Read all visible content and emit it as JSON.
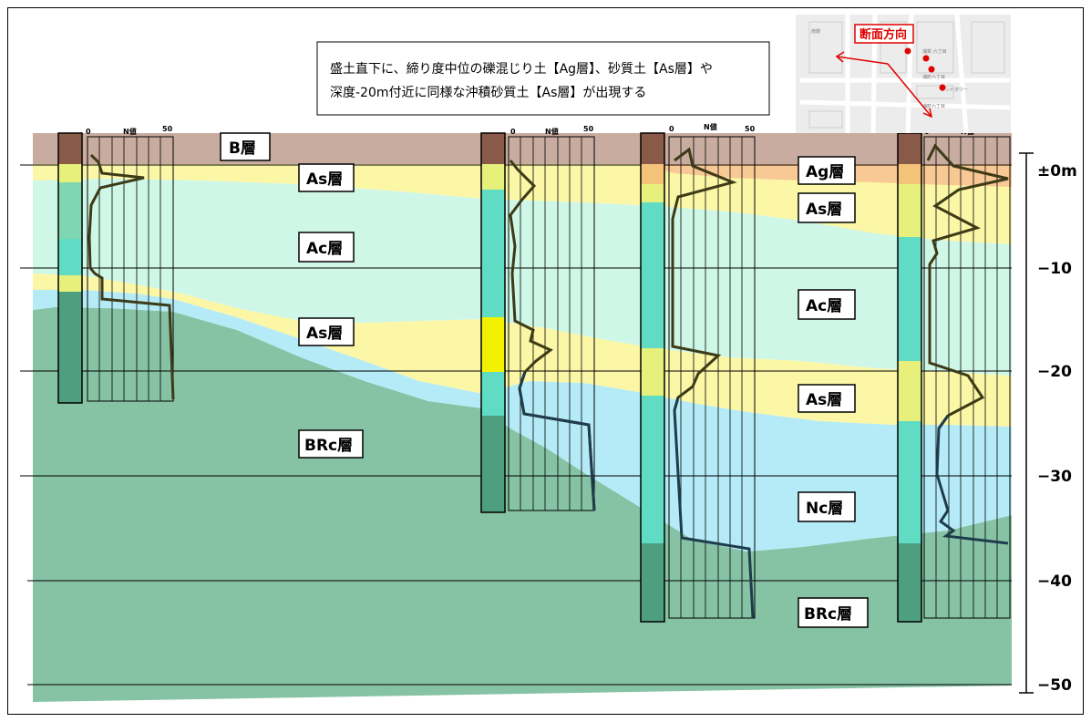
{
  "note": {
    "line1": "盛土直下に、締り度中位の礫混じり土【Ag層】、砂質土【As層】や",
    "line2": "深度-20m付近に同様な沖積砂質土【As層】が出現する"
  },
  "direction_label": "断面方向",
  "depth_axis": {
    "ticks": [
      {
        "label": "±0m",
        "depth": 0
      },
      {
        "label": "−10",
        "depth": -10
      },
      {
        "label": "−20",
        "depth": -20
      },
      {
        "label": "−30",
        "depth": -30
      },
      {
        "label": "−40",
        "depth": -40
      },
      {
        "label": "−50",
        "depth": -50
      }
    ]
  },
  "scale": {
    "min_label": "0",
    "title": "N値",
    "max_label": "50"
  },
  "layer_labels": [
    {
      "text": "B層"
    },
    {
      "text": "As層"
    },
    {
      "text": "Ac層"
    },
    {
      "text": "As層"
    },
    {
      "text": "BRc層"
    },
    {
      "text": "Ag層"
    },
    {
      "text": "As層"
    },
    {
      "text": "Ac層"
    },
    {
      "text": "As層"
    },
    {
      "text": "Nc層"
    },
    {
      "text": "BRc層"
    }
  ],
  "map_labels": [
    "南側",
    "浦賀 六丁目",
    "浦町六丁目",
    "ランドタワー",
    "浦町六丁目"
  ],
  "colors": {
    "B": "#c9aca0",
    "Ag": "#f7c393",
    "As": "#fbf7a6",
    "Ac": "#cff7e7",
    "Nc": "#b5ebf7",
    "BRc": "#7fbf9f",
    "n_curve": "#3d3a17",
    "n_curve_deep": "#1e3c4b",
    "direction": "#e00000"
  }
}
